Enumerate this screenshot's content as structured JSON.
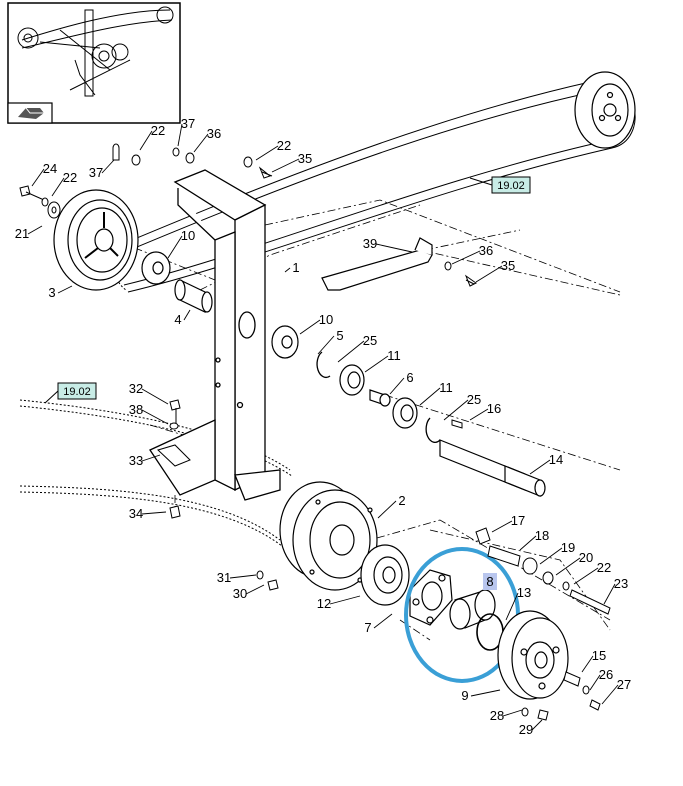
{
  "diagram": {
    "ref_boxes": [
      "19.02",
      "19.02"
    ],
    "highlight_label": "8",
    "part_labels": [
      "1",
      "2",
      "3",
      "4",
      "5",
      "6",
      "7",
      "9",
      "10",
      "10",
      "11",
      "11",
      "12",
      "13",
      "14",
      "15",
      "16",
      "17",
      "18",
      "19",
      "20",
      "21",
      "22",
      "22",
      "22",
      "22",
      "23",
      "24",
      "25",
      "25",
      "26",
      "27",
      "28",
      "29",
      "30",
      "31",
      "32",
      "33",
      "34",
      "35",
      "35",
      "36",
      "36",
      "37",
      "37",
      "38",
      "39"
    ],
    "colors": {
      "line": "#000000",
      "highlight_circle": "#3a9fd6",
      "ref_box_fill": "#c8ece6",
      "highlight_label_fill": "#b9c6ee"
    },
    "icons": [
      "thumbnail-overview-icon",
      "view-arrow-icon"
    ]
  }
}
